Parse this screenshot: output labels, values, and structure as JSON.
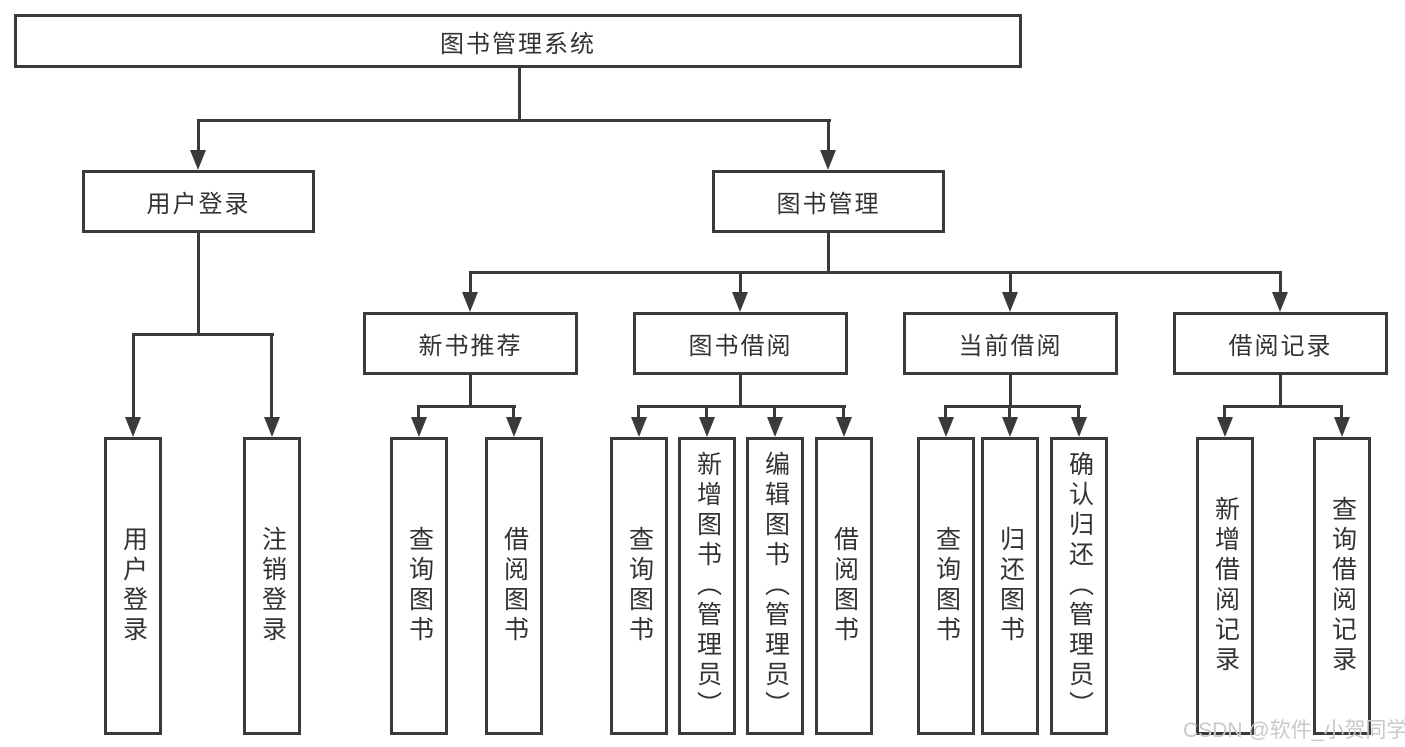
{
  "diagram": {
    "title": "图书管理系统",
    "branches": [
      {
        "label": "用户登录",
        "children": [
          {
            "label": "用户登录"
          },
          {
            "label": "注销登录"
          }
        ]
      },
      {
        "label": "图书管理",
        "children": [
          {
            "label": "新书推荐",
            "children": [
              {
                "label": "查询图书"
              },
              {
                "label": "借阅图书"
              }
            ]
          },
          {
            "label": "图书借阅",
            "children": [
              {
                "label": "查询图书"
              },
              {
                "label": "新增图书（管理员）"
              },
              {
                "label": "编辑图书（管理员）"
              },
              {
                "label": "借阅图书"
              }
            ]
          },
          {
            "label": "当前借阅",
            "children": [
              {
                "label": "查询图书"
              },
              {
                "label": "归还图书"
              },
              {
                "label": "确认归还（管理员）"
              }
            ]
          },
          {
            "label": "借阅记录",
            "children": [
              {
                "label": "新增借阅记录"
              },
              {
                "label": "查询借阅记录"
              }
            ]
          }
        ]
      }
    ]
  },
  "watermark": {
    "text": "CSDN @软件_小贺同学"
  },
  "colors": {
    "line": "#3a3a3a",
    "text": "#333333",
    "watermark": "#c9c9c9",
    "background": "#ffffff"
  }
}
